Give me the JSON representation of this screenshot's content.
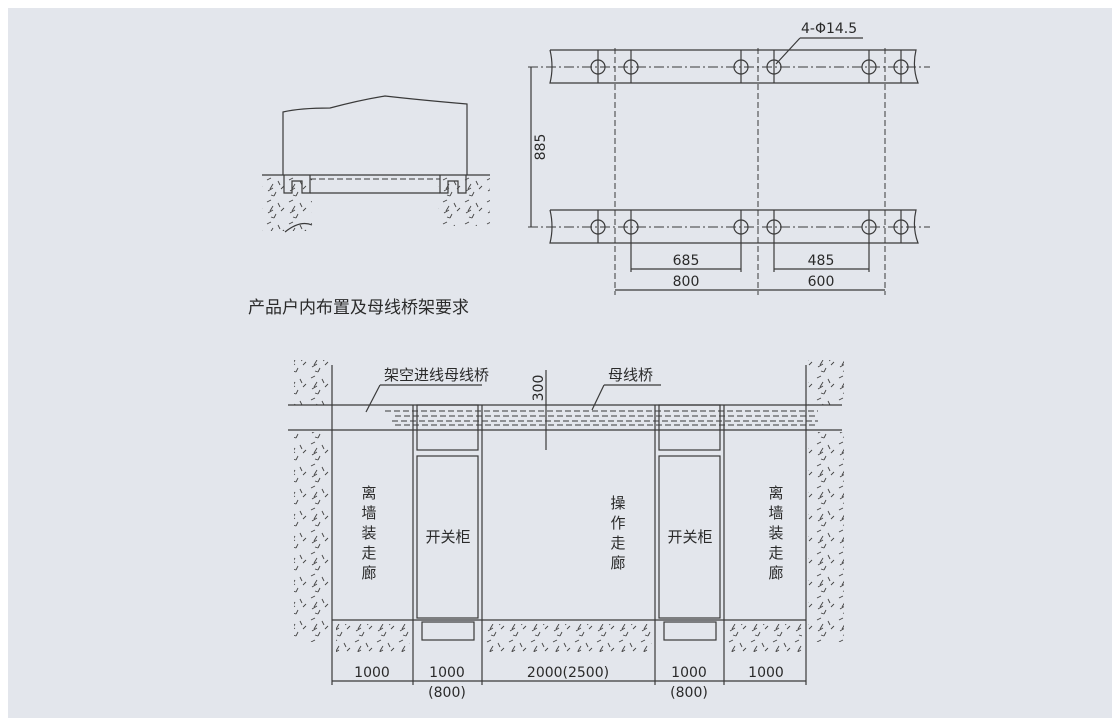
{
  "title": "产品户内布置及母线桥架要求",
  "plan": {
    "hole_label": "4-Φ14.5",
    "dim_vertical": "885",
    "dim_685": "685",
    "dim_485": "485",
    "dim_800": "800",
    "dim_600": "600"
  },
  "layout": {
    "overhead_bridge": "架空进线母线桥",
    "busbar_bridge": "母线桥",
    "dim_300": "300",
    "left_corridor": [
      "离",
      "墙",
      "装",
      "走",
      "廊"
    ],
    "switchgear": "开关柜",
    "operation_corridor": [
      "操",
      "作",
      "走",
      "廊"
    ],
    "right_corridor": [
      "离",
      "墙",
      "装",
      "走",
      "廊"
    ],
    "dims": [
      "1000",
      "1000",
      "2000(2500)",
      "1000",
      "1000"
    ],
    "sub_dims": [
      "(800)",
      "(800)"
    ]
  },
  "colors": {
    "background": "#e3e6ec",
    "line": "#3a3a3a"
  }
}
